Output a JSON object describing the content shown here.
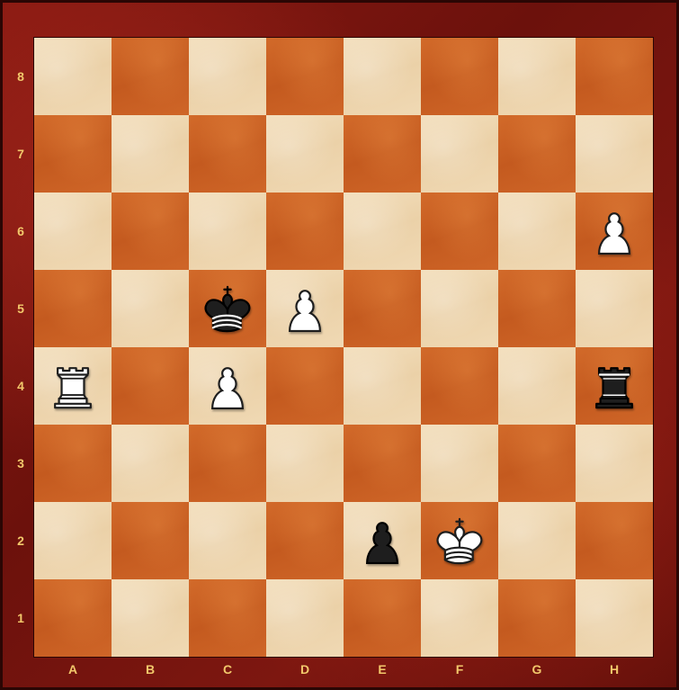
{
  "board": {
    "files": [
      "A",
      "B",
      "C",
      "D",
      "E",
      "F",
      "G",
      "H"
    ],
    "ranks": [
      "8",
      "7",
      "6",
      "5",
      "4",
      "3",
      "2",
      "1"
    ],
    "light_color": "#f0d9b4",
    "dark_color": "#c85f24",
    "frame_color": "#7a150f",
    "label_color": "#f2c86b"
  },
  "pieces": [
    {
      "square": "h6",
      "color": "white",
      "type": "pawn"
    },
    {
      "square": "c5",
      "color": "black",
      "type": "king"
    },
    {
      "square": "d5",
      "color": "white",
      "type": "pawn"
    },
    {
      "square": "a4",
      "color": "white",
      "type": "rook"
    },
    {
      "square": "c4",
      "color": "white",
      "type": "pawn"
    },
    {
      "square": "h4",
      "color": "black",
      "type": "rook"
    },
    {
      "square": "e2",
      "color": "black",
      "type": "pawn"
    },
    {
      "square": "f2",
      "color": "white",
      "type": "king"
    }
  ]
}
